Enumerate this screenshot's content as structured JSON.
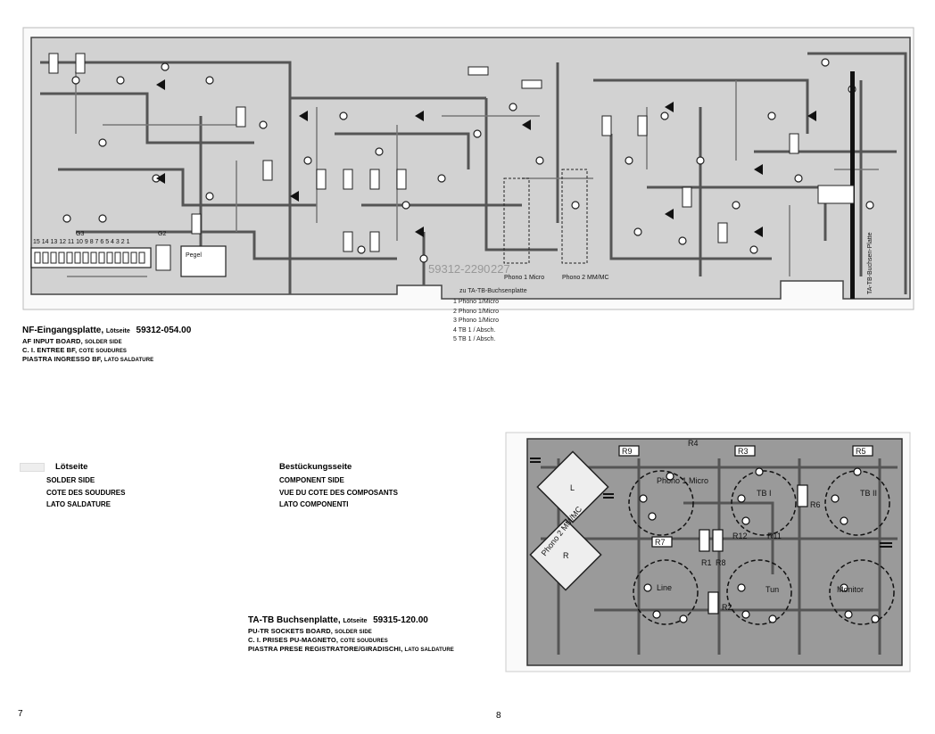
{
  "top_board": {
    "title": "NF-Eingangsplatte,",
    "title_side": "Lötseite",
    "part_no": "59312-054.00",
    "lines": [
      {
        "main": "AF INPUT BOARD,",
        "side": "SOLDER SIDE"
      },
      {
        "main": "C. I. ENTREE BF,",
        "side": "COTE SOUDURES"
      },
      {
        "main": "PIASTRA INGRESSO BF,",
        "side": "LATO SALDATURE"
      }
    ],
    "board_number": "59312-2290",
    "board_number_suffix": "227",
    "connector_caption": "zu TA-TB-Buchsenplatte",
    "connector_pins": [
      "1 Phono 1/Micro",
      "2 Phono 1/Micro",
      "3 Phono 1/Micro",
      "4 TB 1 / Absch.",
      "5 TB 1 / Absch."
    ],
    "side_label": "TA-TB-Buchsen-Platte",
    "phono1_label": "Phono 1 Micro",
    "phono2_label": "Phono 2 MM/MC",
    "row_numbers": "15 14 13 12 11 10 9 8 7 6 5 4 3 2 1",
    "g3_label": "G3",
    "g2_label": "G2",
    "pegel_label": "Pegel"
  },
  "legend": {
    "left": {
      "head": "Lötseite",
      "items": [
        "SOLDER SIDE",
        "COTE DES SOUDURES",
        "LATO SALDATURE"
      ]
    },
    "right": {
      "head": "Bestückungsseite",
      "items": [
        "COMPONENT SIDE",
        "VUE DU COTE DES COMPOSANTS",
        "LATO COMPONENTI"
      ]
    }
  },
  "bottom_board": {
    "title": "TA-TB Buchsenplatte,",
    "title_side": "Lötseite",
    "part_no": "59315-120.00",
    "lines": [
      {
        "main": "PU-TR SOCKETS BOARD,",
        "side": "SOLDER SIDE"
      },
      {
        "main": "C. I. PRISES PU-MAGNETO,",
        "side": "COTE SOUDURES"
      },
      {
        "main": "PIASTRA PRESE REGISTRATORE/GIRADISCHI,",
        "side": "LATO SALDATURE"
      }
    ],
    "sockets": [
      "Phono 1 Micro",
      "TB I",
      "TB II",
      "Line",
      "Tun",
      "Monitor"
    ],
    "side_text": "Phono 2 MM/MC",
    "resistors": [
      "R9",
      "R4",
      "R3",
      "R5",
      "R7",
      "R1",
      "R8",
      "R12",
      "R11",
      "R6",
      "R2"
    ]
  },
  "pages": {
    "left": "7",
    "right": "8"
  }
}
